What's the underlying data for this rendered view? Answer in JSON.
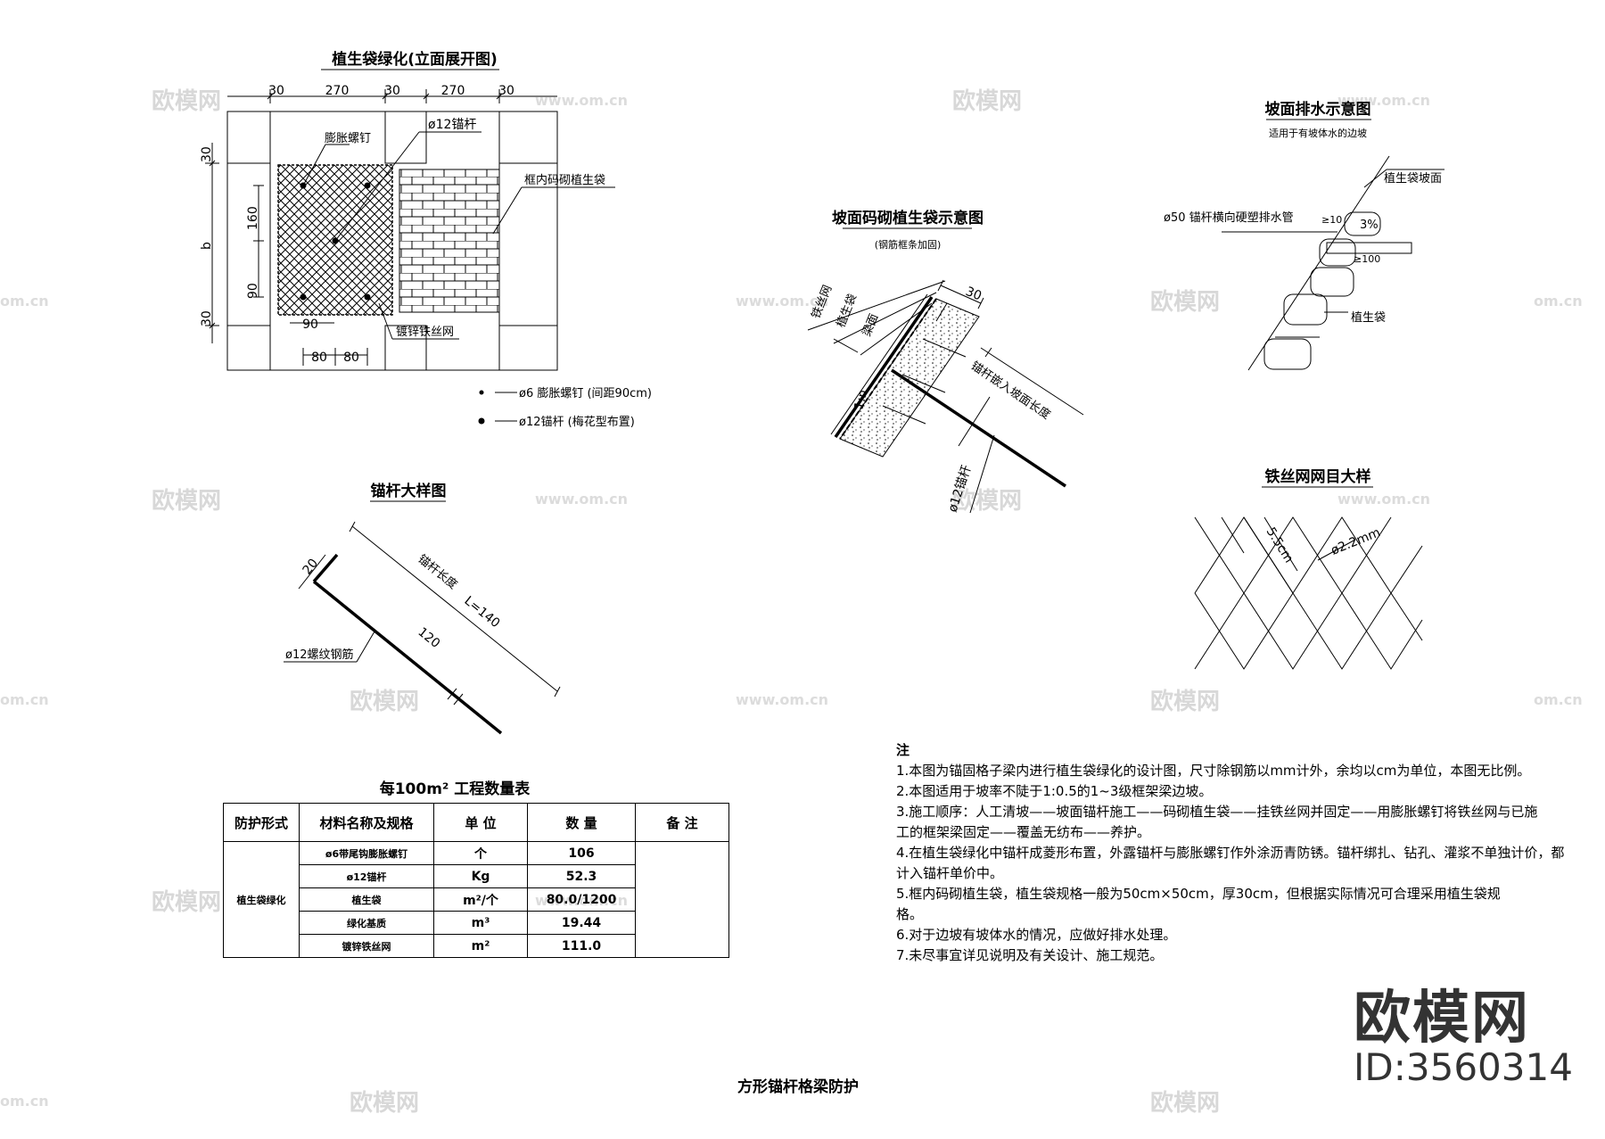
{
  "titles": {
    "elevation": "植生袋绿化(立面展开图)",
    "anchor_detail": "锚杆大样图",
    "slope_bags": "坡面码砌植生袋示意图",
    "slope_bags_sub": "(钢筋框条加固)",
    "drainage": "坡面排水示意图",
    "drainage_sub": "适用于有坡体水的边坡",
    "mesh_detail": "铁丝网网目大样",
    "table": "每100m² 工程数量表",
    "drawing": "方形锚杆格梁防护"
  },
  "elevation": {
    "dims_top": [
      "30",
      "270",
      "30",
      "270",
      "30"
    ],
    "dims_left": [
      "30",
      "160",
      "b",
      "90",
      "30"
    ],
    "dims_bottom": [
      "90",
      "80",
      "80"
    ],
    "label_expansion_nail": "膨胀螺钉",
    "label_anchor": "ø12锚杆",
    "label_bags": "框内码砌植生袋",
    "label_mesh": "镀锌铁丝网",
    "legend_nail": "ø6 膨胀螺钉 (间距90cm)",
    "legend_anchor": "ø12锚杆 (梅花型布置)"
  },
  "anchor": {
    "dim_20": "20",
    "dim_120": "120",
    "label_length": "锚杆长度",
    "label_L": "L=140",
    "label_rebar": "ø12螺纹钢筋"
  },
  "slope": {
    "label_mesh": "铁丝网",
    "label_bag": "植生袋",
    "label_beam": "梁面",
    "dim_30": "30",
    "label_ratio": "1:n",
    "label_embed": "锚杆嵌入坡面长度",
    "label_anchor": "ø12锚杆"
  },
  "drainage": {
    "label_slope": "植生袋坡面",
    "label_pipe": "ø50 锚杆横向硬塑排水管",
    "dim_10": "≥10",
    "dim_3": "3%",
    "dim_100": "≥100",
    "label_bag": "植生袋"
  },
  "mesh": {
    "dim_55": "5.5cm",
    "dim_22": "ø2.2mm"
  },
  "table": {
    "headers": [
      "防护形式",
      "材料名称及规格",
      "单 位",
      "数 量",
      "备 注"
    ],
    "group": "植生袋绿化",
    "rows": [
      {
        "name": "ø6带尾钩膨胀螺钉",
        "unit": "个",
        "qty": "106"
      },
      {
        "name": "ø12锚杆",
        "unit": "Kg",
        "qty": "52.3"
      },
      {
        "name": "植生袋",
        "unit": "m²/个",
        "qty": "80.0/1200"
      },
      {
        "name": "绿化基质",
        "unit": "m³",
        "qty": "19.44"
      },
      {
        "name": "镀锌铁丝网",
        "unit": "m²",
        "qty": "111.0"
      }
    ]
  },
  "notes": {
    "heading": "注",
    "lines": [
      "1.本图为锚固格子梁内进行植生袋绿化的设计图，尺寸除钢筋以mm计外，余均以cm为单位，本图无比例。",
      "2.本图适用于坡率不陡于1:0.5的1~3级框架梁边坡。",
      "3.施工顺序：人工清坡——坡面锚杆施工——码砌植生袋——挂铁丝网并固定——用膨胀螺钉将铁丝网与已施",
      "工的框架梁固定——覆盖无纺布——养护。",
      "4.在植生袋绿化中锚杆成菱形布置，外露锚杆与膨胀螺钉作外涂沥青防锈。锚杆绑扎、钻孔、灌浆不单独计价，都",
      "计入锚杆单价中。",
      "5.框内码砌植生袋，植生袋规格一般为50cm×50cm，厚30cm，但根据实际情况可合理采用植生袋规",
      "格。",
      "6.对于边坡有坡体水的情况，应做好排水处理。",
      "7.未尽事宜详见说明及有关设计、施工规范。"
    ]
  },
  "watermark": {
    "brand": "欧模网",
    "site": "www.om.cn",
    "site_short": "om.cn",
    "id": "ID:3560314"
  }
}
